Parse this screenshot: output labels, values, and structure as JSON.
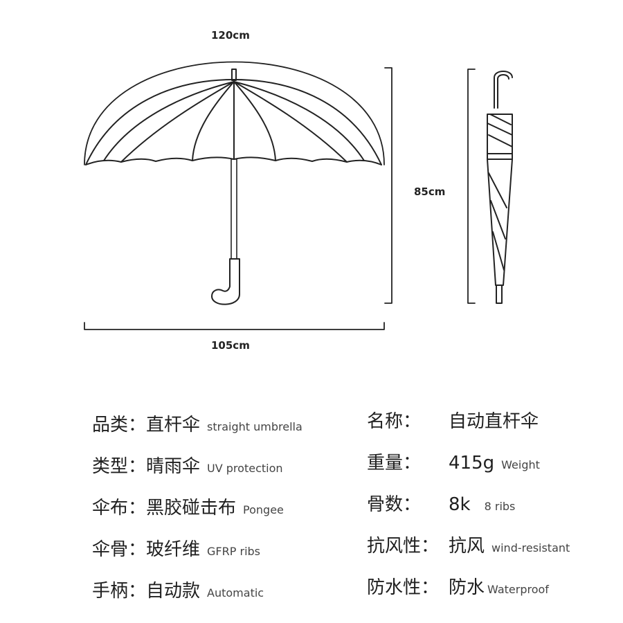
{
  "dimensions": {
    "canopy_arc": "120cm",
    "open_width": "105cm",
    "length": "85cm"
  },
  "colors": {
    "line": "#222222",
    "text": "#1f1f1f",
    "subtext": "#444444"
  },
  "icons": [
    "open-umbrella-icon",
    "closed-umbrella-icon"
  ],
  "specs_left": [
    {
      "label": "品类：",
      "value": "直杆伞",
      "en": "straight umbrella"
    },
    {
      "label": "类型：",
      "value": "晴雨伞",
      "en": "UV protection"
    },
    {
      "label": "伞布：",
      "value": "黑胶碰击布",
      "en": "Pongee"
    },
    {
      "label": "伞骨：",
      "value": "玻纤维",
      "en": "GFRP ribs"
    },
    {
      "label": "手柄：",
      "value": "自动款",
      "en": "Automatic"
    }
  ],
  "specs_right": [
    {
      "label": "名称：",
      "value": "自动直杆伞",
      "en": ""
    },
    {
      "label": "重量：",
      "value": "415g",
      "en": "Weight"
    },
    {
      "label": "骨数：",
      "value": "8k",
      "en": "8 ribs"
    },
    {
      "label": "抗风性：",
      "value": "抗风",
      "en": "wind-resistant"
    },
    {
      "label": "防水性：",
      "value": "防水",
      "en": "Waterproof"
    }
  ]
}
